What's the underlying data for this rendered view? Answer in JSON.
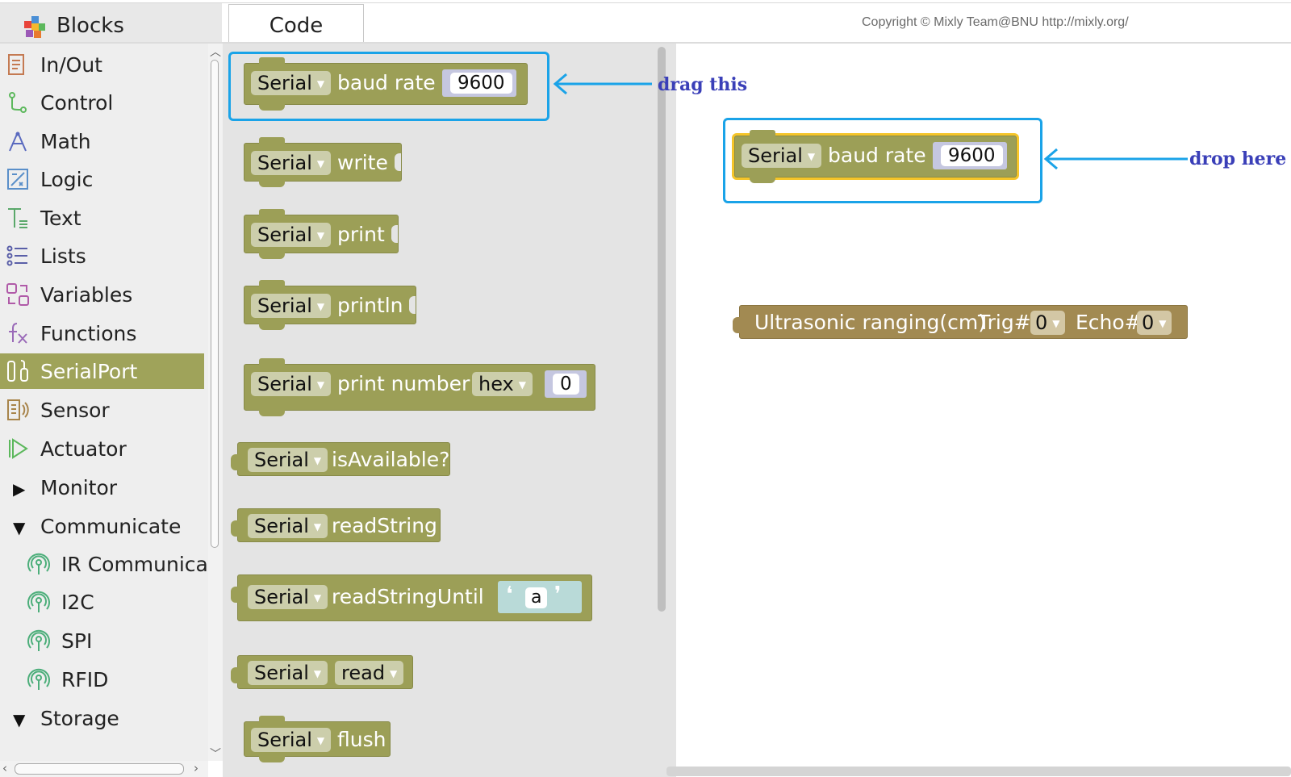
{
  "tabs": {
    "blocks": "Blocks",
    "code": "Code"
  },
  "copyright": "Copyright © Mixly Team@BNU http://mixly.org/",
  "categories": [
    {
      "label": "In/Out",
      "icon": "inout-icon"
    },
    {
      "label": "Control",
      "icon": "control-icon"
    },
    {
      "label": "Math",
      "icon": "math-icon"
    },
    {
      "label": "Logic",
      "icon": "logic-icon"
    },
    {
      "label": "Text",
      "icon": "text-icon"
    },
    {
      "label": "Lists",
      "icon": "lists-icon"
    },
    {
      "label": "Variables",
      "icon": "variables-icon"
    },
    {
      "label": "Functions",
      "icon": "functions-icon"
    },
    {
      "label": "SerialPort",
      "icon": "serialport-icon",
      "selected": true
    },
    {
      "label": "Sensor",
      "icon": "sensor-icon"
    },
    {
      "label": "Actuator",
      "icon": "actuator-icon"
    },
    {
      "label": "Monitor",
      "icon": "triangle-right-icon"
    },
    {
      "label": "Communicate",
      "icon": "triangle-down-icon"
    },
    {
      "label": "IR Communicate",
      "icon": "antenna-icon"
    },
    {
      "label": "I2C",
      "icon": "antenna-icon"
    },
    {
      "label": "SPI",
      "icon": "antenna-icon"
    },
    {
      "label": "RFID",
      "icon": "antenna-icon"
    },
    {
      "label": "Storage",
      "icon": "triangle-down-icon"
    }
  ],
  "flyout_blocks": [
    {
      "dropdown": "Serial",
      "text": "baud rate",
      "value": "9600"
    },
    {
      "dropdown": "Serial",
      "text": "write"
    },
    {
      "dropdown": "Serial",
      "text": "print"
    },
    {
      "dropdown": "Serial",
      "text": "println"
    },
    {
      "dropdown": "Serial",
      "text": "print   number",
      "dropdown2": "hex",
      "value": "0"
    },
    {
      "dropdown": "Serial",
      "text": "isAvailable?"
    },
    {
      "dropdown": "Serial",
      "text": "readString"
    },
    {
      "dropdown": "Serial",
      "text": "readStringUntil",
      "string": "a"
    },
    {
      "dropdown": "Serial",
      "dropdown2": "read"
    },
    {
      "dropdown": "Serial",
      "text": "flush"
    }
  ],
  "workspace": {
    "baud_block": {
      "dropdown": "Serial",
      "text": "baud rate",
      "value": "9600"
    },
    "ultrasonic_block": {
      "text": "Ultrasonic ranging(cm)",
      "trig_label": "Trig#",
      "trig_value": "0",
      "echo_label": "Echo#",
      "echo_value": "0"
    }
  },
  "annotations": {
    "drag": "drag this",
    "drop": "drop here"
  },
  "colors": {
    "block": "#9c9f57",
    "selected_category": "#9fa35a",
    "highlight": "#1aa3e8",
    "annotation_text": "#3a3fb8",
    "ultrasonic": "#a28a52",
    "selected_block_outline": "#f5c52a"
  }
}
